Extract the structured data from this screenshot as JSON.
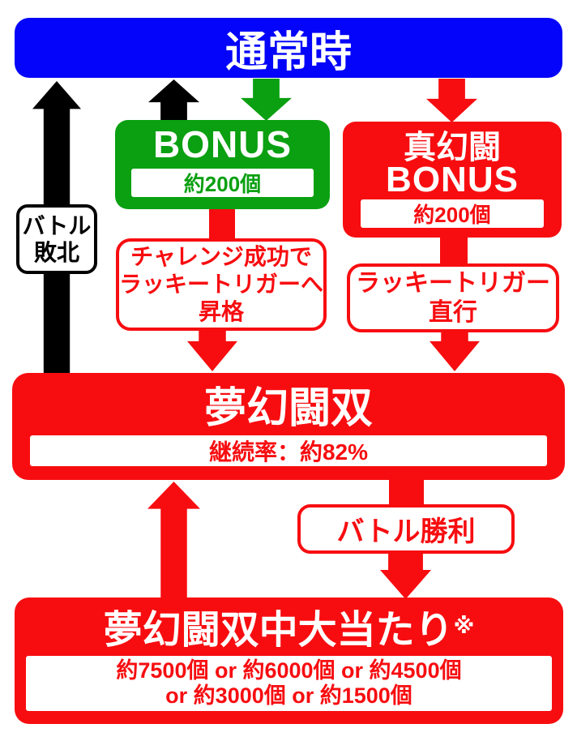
{
  "colors": {
    "blue": "#0404fa",
    "green": "#0aa011",
    "red": "#f70d10",
    "black": "#000000",
    "white": "#ffffff"
  },
  "nodes": {
    "normal_state": {
      "label": "通常時"
    },
    "bonus": {
      "label": "BONUS",
      "payout": "約200個"
    },
    "shin_gentou_bonus": {
      "name_line1": "真幻闘",
      "name_line2": "BONUS",
      "payout": "約200個"
    },
    "battle_lose": {
      "line1": "バトル",
      "line2": "敗北"
    },
    "challenge_note": {
      "line1": "チャレンジ成功で",
      "line2": "ラッキートリガーへ",
      "line3": "昇格"
    },
    "lucky_trigger_direct": {
      "line1": "ラッキートリガー",
      "line2": "直行"
    },
    "mugen_tousou": {
      "label": "夢幻闘双",
      "continuation_rate": "継続率：約82%"
    },
    "battle_win": {
      "label": "バトル勝利"
    },
    "jackpot": {
      "title": "夢幻闘双中大当たり",
      "note_mark": "※",
      "payout_line1": "約7500個 or 約6000個 or 約4500個",
      "payout_line2": "or 約3000個 or 約1500個"
    }
  }
}
